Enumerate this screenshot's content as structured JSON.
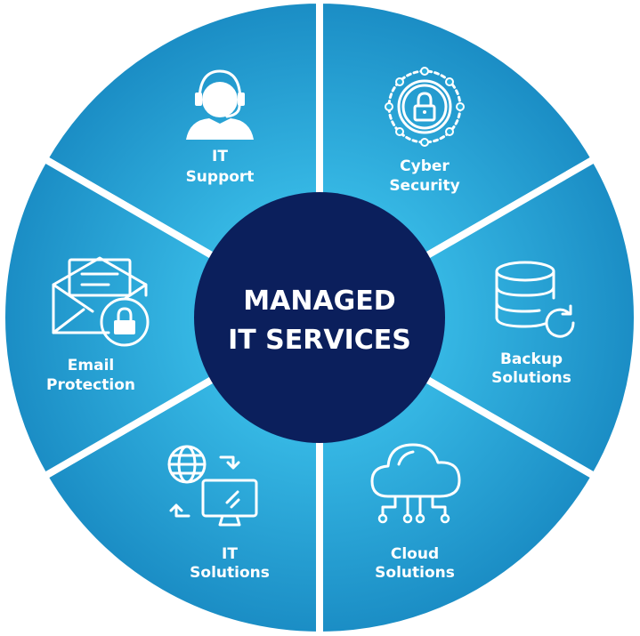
{
  "center": {
    "line1": "MANAGED",
    "line2": "IT SERVICES"
  },
  "segments": [
    {
      "id": "it-support",
      "line1": "IT",
      "line2": "Support",
      "icon": "headset-user-icon"
    },
    {
      "id": "cyber-security",
      "line1": "Cyber",
      "line2": "Security",
      "icon": "padlock-network-icon"
    },
    {
      "id": "backup-solutions",
      "line1": "Backup",
      "line2": "Solutions",
      "icon": "database-refresh-icon"
    },
    {
      "id": "cloud-solutions",
      "line1": "Cloud",
      "line2": "Solutions",
      "icon": "cloud-network-icon"
    },
    {
      "id": "it-solutions",
      "line1": "IT",
      "line2": "Solutions",
      "icon": "globe-monitor-icon"
    },
    {
      "id": "email-protection",
      "line1": "Email",
      "line2": "Protection",
      "icon": "envelope-lock-icon"
    }
  ],
  "colors": {
    "segment_light": "#35b6e3",
    "segment_dark": "#1a8cc4",
    "center": "#0b1f5c",
    "divider": "#ffffff"
  }
}
